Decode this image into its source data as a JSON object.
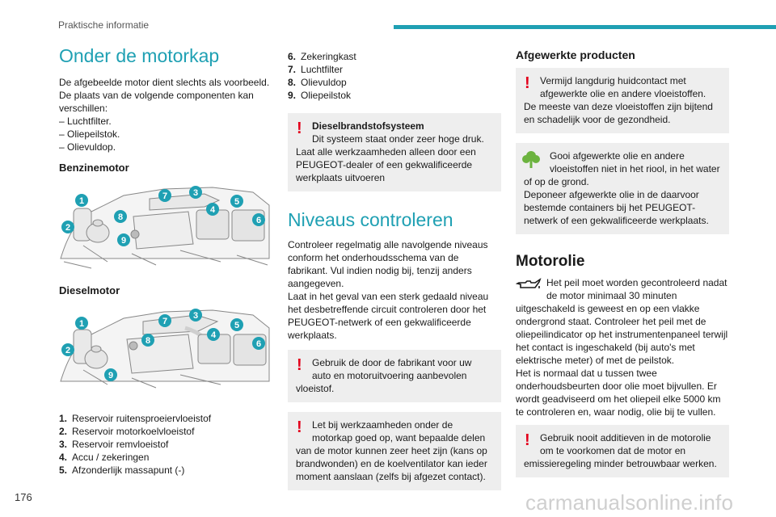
{
  "header": {
    "section": "Praktische informatie"
  },
  "col1": {
    "title": "Onder de motorkap",
    "intro": "De afgebeelde motor dient slechts als voorbeeld. De plaats van de volgende componenten kan verschillen:",
    "dashes": [
      "– Luchtfilter.",
      "– Oliepeilstok.",
      "– Olievuldop."
    ],
    "petrol_heading": "Benzinemotor",
    "diesel_heading": "Dieselmotor",
    "callouts": [
      "1",
      "2",
      "3",
      "4",
      "5",
      "6",
      "7",
      "8",
      "9"
    ],
    "list": [
      {
        "n": "1.",
        "t": "Reservoir ruitensproeiervloeistof"
      },
      {
        "n": "2.",
        "t": "Reservoir motorkoelvloeistof"
      },
      {
        "n": "3.",
        "t": "Reservoir remvloeistof"
      },
      {
        "n": "4.",
        "t": "Accu / zekeringen"
      },
      {
        "n": "5.",
        "t": "Afzonderlijk massapunt (-)"
      }
    ]
  },
  "col2": {
    "list": [
      {
        "n": "6.",
        "t": "Zekeringkast"
      },
      {
        "n": "7.",
        "t": "Luchtfilter"
      },
      {
        "n": "8.",
        "t": "Olievuldop"
      },
      {
        "n": "9.",
        "t": "Oliepeilstok"
      }
    ],
    "diesel_box": {
      "title": "Dieselbrandstofsysteem",
      "line1": "Dit systeem staat onder zeer hoge druk.",
      "rest": "Laat alle werkzaamheden alleen door een PEUGEOT-dealer of een gekwalificeerde werkplaats uitvoeren"
    },
    "title": "Niveaus controleren",
    "body": "Controleer regelmatig alle navolgende niveaus conform het onderhoudsschema van de fabrikant. Vul indien nodig bij, tenzij anders aangegeven.",
    "body2": "Laat in het geval van een sterk gedaald niveau het desbetreffende circuit controleren door het PEUGEOT-netwerk of een gekwalificeerde werkplaats.",
    "box1": {
      "first": "Gebruik de door de fabrikant voor uw",
      "second": "auto en motoruitvoering aanbevolen",
      "rest": "vloeistof."
    },
    "box2": {
      "first": "Let bij werkzaamheden onder de",
      "second": "motorkap goed op, want bepaalde delen",
      "rest": "van de motor kunnen zeer heet zijn (kans op brandwonden) en de koelventilator kan ieder moment aanslaan (zelfs bij afgezet contact)."
    }
  },
  "col3": {
    "title": "Afgewerkte producten",
    "box1": {
      "first": "Vermijd langdurig huidcontact met",
      "second": "afgewerkte olie en andere vloeistoffen.",
      "rest": "De meeste van deze vloeistoffen zijn bijtend en schadelijk voor de gezondheid."
    },
    "box2": {
      "first": "Gooi afgewerkte olie en andere",
      "second": "vloeistoffen niet in het riool, in het water",
      "rest": "of op de grond.",
      "rest2": "Deponeer afgewerkte olie in de daarvoor bestemde containers bij het PEUGEOT-netwerk of een gekwalificeerde werkplaats."
    },
    "oil_title": "Motorolie",
    "oil_first": "Het peil moet worden gecontroleerd nadat",
    "oil_second": "de motor minimaal 30 minuten",
    "oil_rest": "uitgeschakeld is geweest en op een vlakke ondergrond staat. Controleer het peil met de oliepeilindicator op het instrumentenpaneel terwijl het contact is ingeschakeld (bij auto's met elektrische meter) of met de peilstok.",
    "oil_rest2": "Het is normaal dat u tussen twee onderhoudsbeurten door olie moet bijvullen. Er wordt geadviseerd om het oliepeil elke 5000 km te controleren en, waar nodig, olie bij te vullen.",
    "box3": {
      "first": "Gebruik nooit additieven in de motorolie",
      "second": "om te voorkomen dat de motor en",
      "rest": "emissieregeling minder betrouwbaar werken."
    }
  },
  "footer": {
    "page": "176",
    "watermark": "carmanualsonline.info"
  },
  "colors": {
    "accent": "#1fa0b3",
    "warning": "#e3001b",
    "eco": "#6cb33f",
    "box": "#eeeeee"
  },
  "icons": [
    "warning-icon",
    "eco-tree-icon",
    "oil-can-icon",
    "engine-diagram"
  ]
}
